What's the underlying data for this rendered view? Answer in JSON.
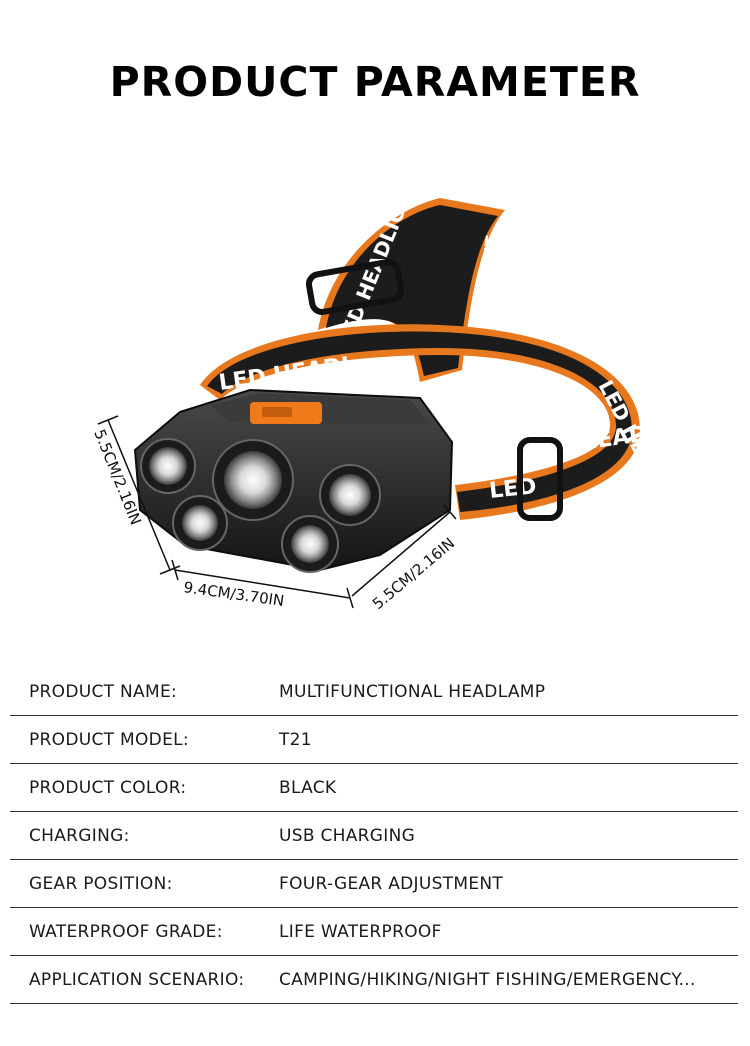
{
  "title": "PRODUCT PARAMETER",
  "figure": {
    "dimension_height_left": "5.5CM/2.16IN",
    "dimension_width": "9.4CM/3.70IN",
    "dimension_depth": "5.5CM/2.16IN",
    "strap_text_1": "LED HEADLIGHT",
    "strap_text_2": "LIGHT",
    "strap_text_3": "LED HEADL",
    "strap_text_4": "HEADL",
    "strap_text_5": "LED",
    "strap_text_6": "LED HEADL",
    "colors": {
      "strap": "#1c1c1c",
      "strap_edge": "#e8781e",
      "body": "#2a2a2a",
      "switch": "#f07a1a"
    }
  },
  "specs": [
    {
      "label": "PRODUCT NAME:",
      "value": "MULTIFUNCTIONAL HEADLAMP"
    },
    {
      "label": "PRODUCT MODEL:",
      "value": "T21"
    },
    {
      "label": "PRODUCT COLOR:",
      "value": "BLACK"
    },
    {
      "label": "CHARGING:",
      "value": "USB CHARGING"
    },
    {
      "label": "GEAR POSITION:",
      "value": "FOUR-GEAR ADJUSTMENT"
    },
    {
      "label": "WATERPROOF GRADE:",
      "value": "LIFE WATERPROOF"
    },
    {
      "label": "APPLICATION SCENARIO:",
      "value": "CAMPING/HIKING/NIGHT FISHING/EMERGENCY..."
    }
  ]
}
